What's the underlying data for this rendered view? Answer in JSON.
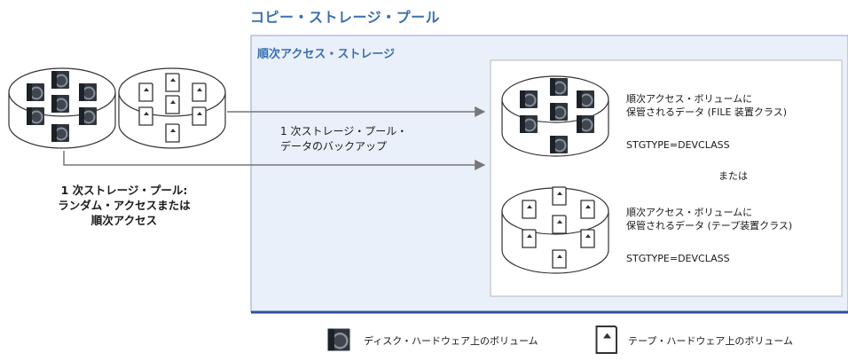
{
  "title": "コピー・ストレージ・プール",
  "copy_pool": {
    "label": "順次アクセス・ストレージ",
    "file_pool": {
      "desc_line1": "順次アクセス・ボリュームに",
      "desc_line2": "保管されるデータ (FILE 装置クラス)",
      "stgtype": "STGTYPE=DEVCLASS"
    },
    "or_label": "または",
    "tape_pool": {
      "desc_line1": "順次アクセス・ボリュームに",
      "desc_line2": "保管されるデータ (テープ装置クラス)",
      "stgtype": "STGTYPE=DEVCLASS"
    }
  },
  "arrow_label": {
    "line1": "1 次ストレージ・プール・",
    "line2": "データのバックアップ"
  },
  "primary_pool_label": {
    "line1": "1 次ストレージ・プール:",
    "line2": "ランダム・アクセスまたは",
    "line3": "順次アクセス"
  },
  "legend": {
    "disk_label": "ディスク・ハードウェア上のボリューム",
    "tape_label": "テープ・ハードウェア上のボリューム"
  },
  "colors": {
    "title_blue": "#3a6fb0",
    "panel_border": "#8aa7d6",
    "bottom_rule": "#2f4f9a",
    "inner_panel_border": "#b7b7b7",
    "arrow": "#777777"
  }
}
